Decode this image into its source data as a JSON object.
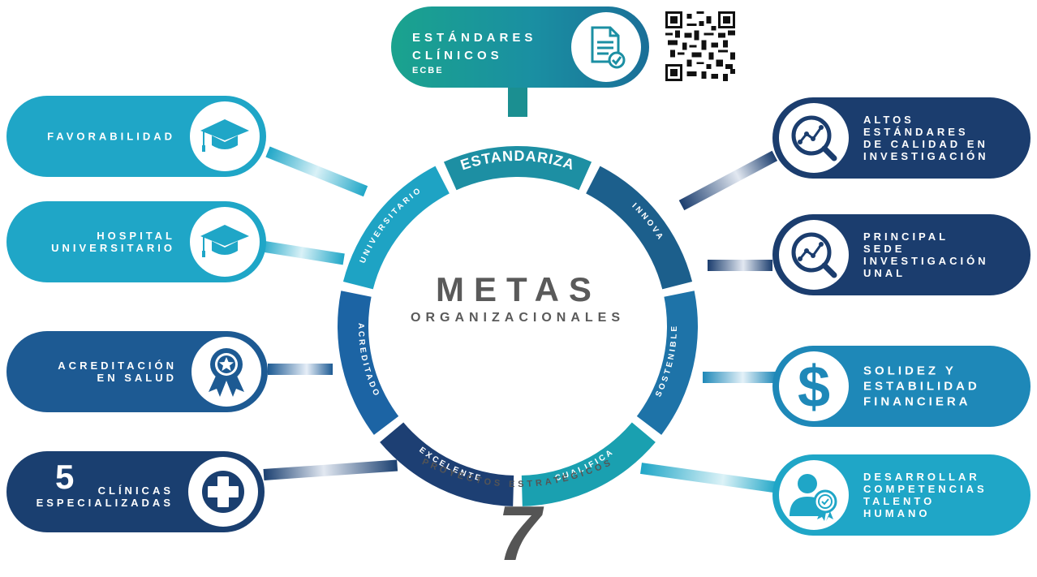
{
  "center": {
    "title": "METAS",
    "subtitle": "ORGANIZACIONALES",
    "projects_label": "PROYECTOS ESTRATÉGICOS",
    "projects_count": "7"
  },
  "ring_segments": [
    {
      "label": "ESTANDARIZA",
      "color": "#1d8fa3"
    },
    {
      "label": "INNOVA",
      "color": "#1c5f8c"
    },
    {
      "label": "SOSTENIBLE",
      "color": "#1e73a8"
    },
    {
      "label": "CUALIFICA",
      "color": "#1aa0b0"
    },
    {
      "label": "EXCELENTE",
      "color": "#1d3f73"
    },
    {
      "label": "ACREDITADO",
      "color": "#1c64a4"
    },
    {
      "label": "UNIVERSITARIO",
      "color": "#1ea3c4"
    }
  ],
  "top": {
    "lines": [
      "ESTÁNDARES",
      "CLÍNICOS"
    ],
    "sub": "ECBE",
    "icon": "document-check-icon"
  },
  "left_goals": [
    {
      "lines": [
        "FAVORABILIDAD"
      ],
      "icon": "graduation-cap-icon",
      "color": "#1fa6c7"
    },
    {
      "lines": [
        "HOSPITAL",
        "UNIVERSITARIO"
      ],
      "icon": "graduation-cap-icon",
      "color": "#1fa6c7"
    },
    {
      "lines": [
        "ACREDITACIÓN",
        "EN SALUD"
      ],
      "icon": "award-ribbon-icon",
      "color": "#1d5a93"
    },
    {
      "number": "5",
      "lines": [
        "CLÍNICAS",
        "ESPECIALIZADAS"
      ],
      "icon": "medical-cross-icon",
      "color": "#1a3f70"
    }
  ],
  "right_goals": [
    {
      "lines": [
        "ALTOS",
        "ESTÁNDARES",
        "DE CALIDAD EN",
        "INVESTIGACIÓN"
      ],
      "icon": "research-chart-icon",
      "color": "#1b3d6e"
    },
    {
      "lines": [
        "PRINCIPAL",
        "SEDE",
        "INVESTIGACIÓN",
        "UNAL"
      ],
      "icon": "research-chart-icon",
      "color": "#1b3d6e"
    },
    {
      "lines": [
        "SOLIDEZ Y",
        "ESTABILIDAD",
        "FINANCIERA"
      ],
      "icon": "dollar-icon",
      "color": "#1e88b8"
    },
    {
      "lines": [
        "DESARROLLAR",
        "COMPETENCIAS",
        "TALENTO",
        "HUMANO"
      ],
      "icon": "person-badge-icon",
      "color": "#1fa6c7"
    }
  ]
}
